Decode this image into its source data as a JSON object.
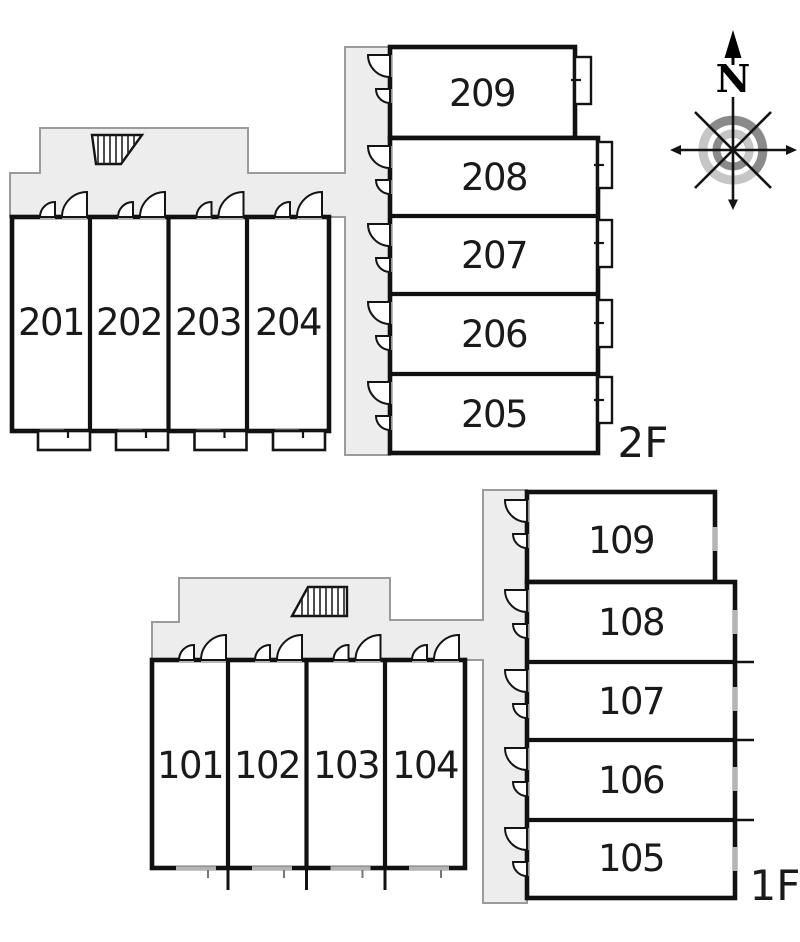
{
  "title": "apartment-floor-plan",
  "compass": {
    "north_label": "N"
  },
  "floor_2f": {
    "label": "2F",
    "left_units": [
      "201",
      "202",
      "203",
      "204"
    ],
    "right_units": [
      "205",
      "206",
      "207",
      "208",
      "209"
    ]
  },
  "floor_1f": {
    "label": "1F",
    "left_units": [
      "101",
      "102",
      "103",
      "104"
    ],
    "right_units": [
      "105",
      "106",
      "107",
      "108",
      "109"
    ]
  },
  "colors": {
    "wall": "#111111",
    "corridor_fill": "#ededed",
    "corridor_edge": "#9b9b9b",
    "door_opening": "#b5b5b5",
    "compass_dark": "#8a8a8a",
    "compass_light": "#c6c6c6"
  }
}
